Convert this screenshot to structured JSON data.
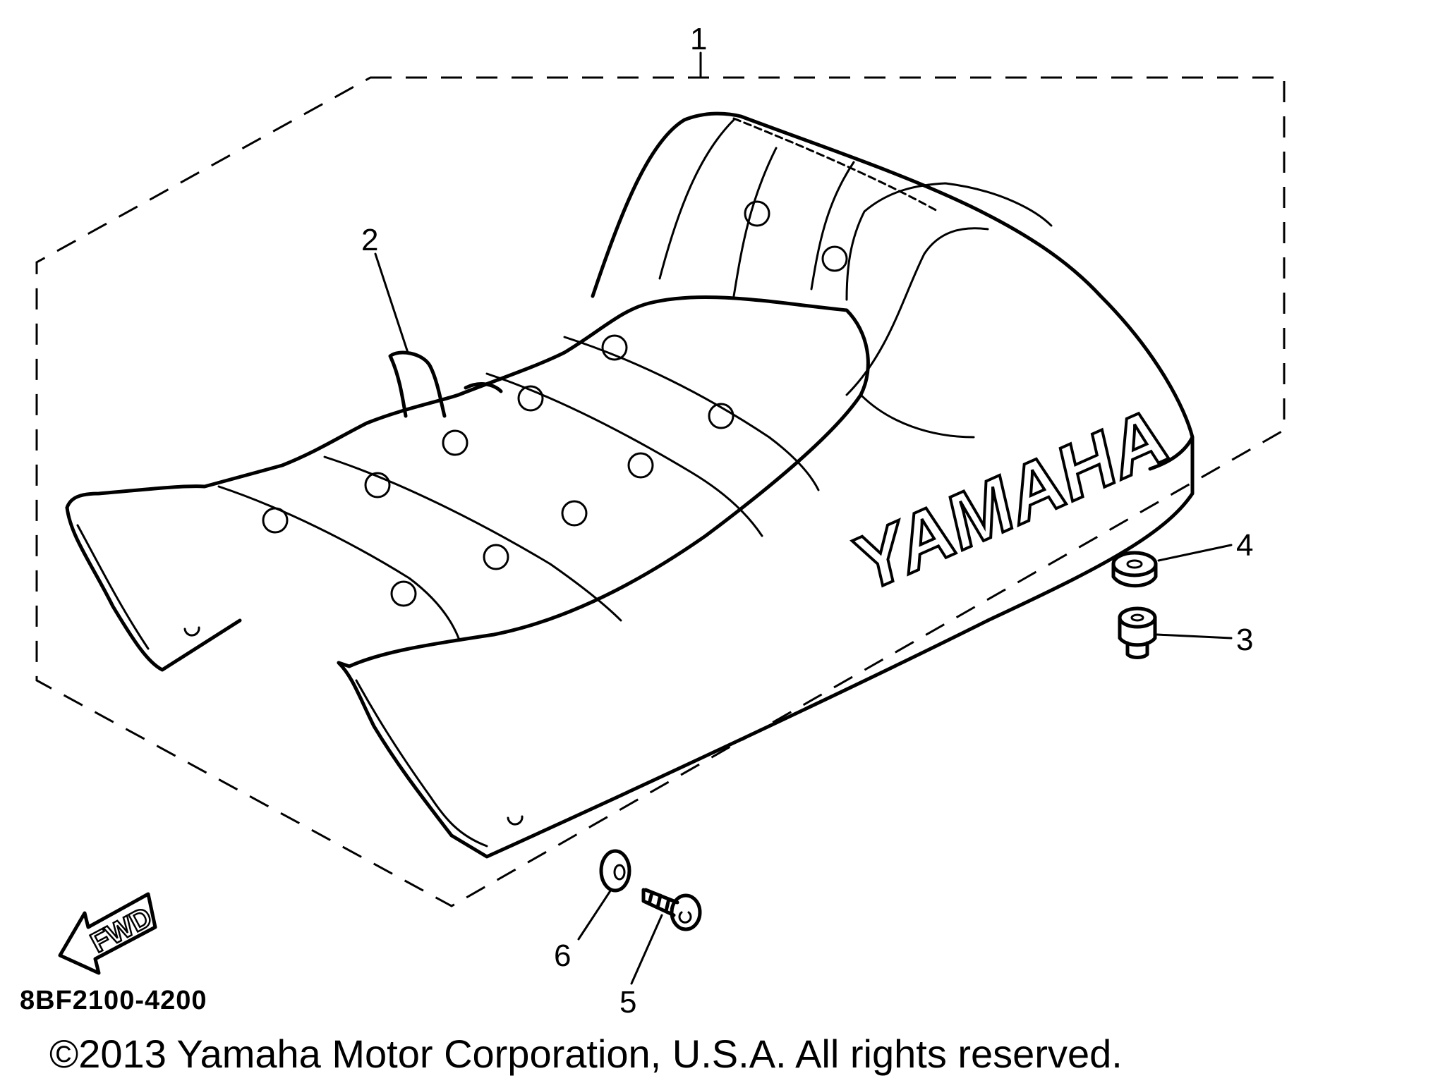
{
  "diagram": {
    "callouts": [
      {
        "id": "1",
        "label": "1"
      },
      {
        "id": "2",
        "label": "2"
      },
      {
        "id": "3",
        "label": "3"
      },
      {
        "id": "4",
        "label": "4"
      },
      {
        "id": "5",
        "label": "5"
      },
      {
        "id": "6",
        "label": "6"
      }
    ],
    "logo_text": "YAMAHA",
    "fwd_text": "FWD",
    "part_code": "8BF2100-4200",
    "copyright": "©2013 Yamaha Motor Corporation, U.S.A. All rights reserved."
  }
}
